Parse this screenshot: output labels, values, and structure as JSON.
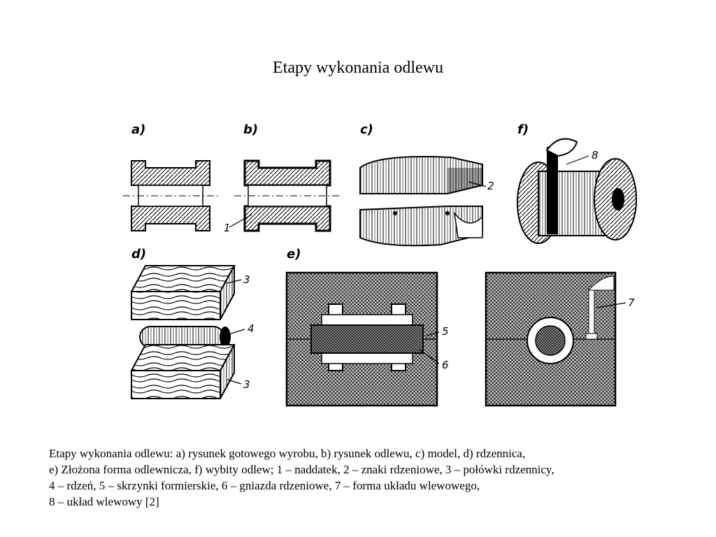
{
  "title": "Etapy wykonania odlewu",
  "figure": {
    "panel_labels": [
      "a)",
      "b)",
      "c)",
      "f)",
      "d)",
      "e)"
    ],
    "callouts": [
      "1",
      "2",
      "8",
      "3",
      "4",
      "3",
      "5",
      "6",
      "7"
    ]
  },
  "caption": [
    "Etapy wykonania odlewu: a) rysunek gotowego wyrobu, b) rysunek odlewu, c) model, d) rdzennica,",
    "e) Złożona forma odlewnicza, f) wybity odlew; 1 – naddatek, 2 – znaki rdzeniowe, 3 – połówki rdzennicy,",
    "4 – rdzeń, 5 – skrzynki formierskie, 6 – gniazda rdzeniowe, 7 – forma układu wlewowego,",
    "8 – układ wlewowy [2]"
  ]
}
